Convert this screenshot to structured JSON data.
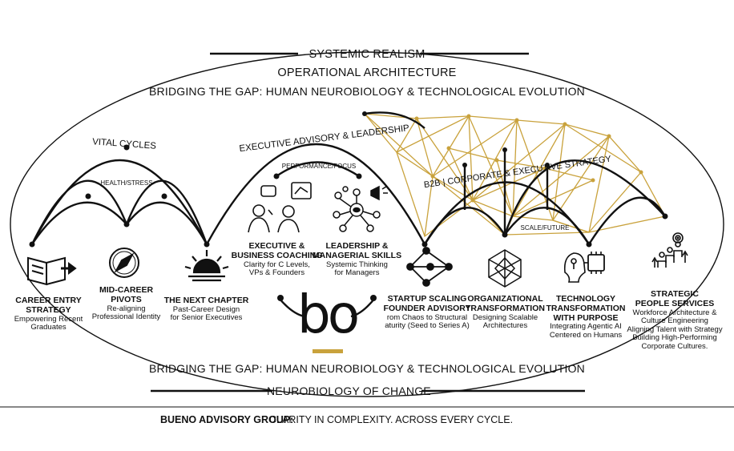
{
  "headers": {
    "systemic": "SYSTEMIC REALISM",
    "operational": "OPERATIONAL ARCHITECTURE",
    "bridge_top": "BRIDGING THE GAP: HUMAN NEUROBIOLOGY & TECHNOLOGICAL EVOLUTION",
    "bridge_bottom": "BRIDGING THE GAP: HUMAN NEUROBIOLOGY & TECHNOLOGICAL EVOLUTION",
    "neurobiology": "NEUROBIOLOGY OF CHANGE"
  },
  "arc_labels": {
    "vital_cycles": "VITAL CYCLES",
    "health_stress": "HEALTH/STRESS",
    "executive_advisory": "EXECUTIVE ADVISORY & LEADERSHIP",
    "performance_focus": "PERFORMANCE/FOCUS",
    "b2b": "B2B | CORPORATE & EXECUTIVE STRATEGY",
    "scale_future": "SCALE/FUTURE"
  },
  "services": {
    "career_entry": {
      "title1": "CAREER ENTRY",
      "title2": "STRATEGY",
      "sub1": "Empowering Recent",
      "sub2": "Graduates"
    },
    "mid_career": {
      "title1": "MID-CAREER",
      "title2": "PIVOTS",
      "sub1": "Re-aligning",
      "sub2": "Professional Identity"
    },
    "next_chapter": {
      "title1": "THE NEXT CHAPTER",
      "sub1": "Past-Career Design",
      "sub2": "for Senior Executives"
    },
    "exec_coaching": {
      "title1": "EXECUTIVE &",
      "title2": "BUSINESS COACHING",
      "sub1": "Clarity for C Levels,",
      "sub2": "VPs & Founders"
    },
    "leadership": {
      "title1": "LEADERSHIP &",
      "title2": "MANAGERIAL SKILLS",
      "sub1": "Systemic Thinking",
      "sub2": "for Managers"
    },
    "startup": {
      "title1": "STARTUP SCALING",
      "title2": "FOUNDER ADVISORY",
      "sub1": "rom Chaos to Structural",
      "sub2": "aturity (Seed to Series A)"
    },
    "org_transform": {
      "title1": "ORGANIZATIONAL",
      "title2": "TRANSFORMATION",
      "sub1": "Designing Scalable",
      "sub2": "Architectures"
    },
    "tech_transform": {
      "title1": "TECHNOLOGY",
      "title2": "TRANSFORMATION",
      "title3": "WITH PURPOSE",
      "sub1": "Integrating Agentic AI",
      "sub2": "Centered on Humans"
    },
    "people_services": {
      "title1": "STRATEGIC",
      "title2": "PEOPLE SERVICES",
      "sub1": "Workforce Architecture &",
      "sub2": "Culture Engineering",
      "sub3": "Aligning Talent with Strategy",
      "sub4": "Building High-Performing",
      "sub5": "Corporate Cultures."
    }
  },
  "logo": {
    "text": "bo"
  },
  "footer": {
    "brand": "BUENO ADVISORY GROUP:",
    "tagline": " CLARITY IN COMPLEXITY. ACROSS EVERY CYCLE."
  },
  "colors": {
    "ink": "#111111",
    "gold": "#c9a23c",
    "gray": "#888888"
  },
  "icons": [
    "book-arrow-icon",
    "compass-icon",
    "sunrise-icon",
    "coaching-icon",
    "leadership-icon",
    "network-node-icon",
    "geodesic-icon",
    "ai-head-icon",
    "people-growth-icon"
  ]
}
